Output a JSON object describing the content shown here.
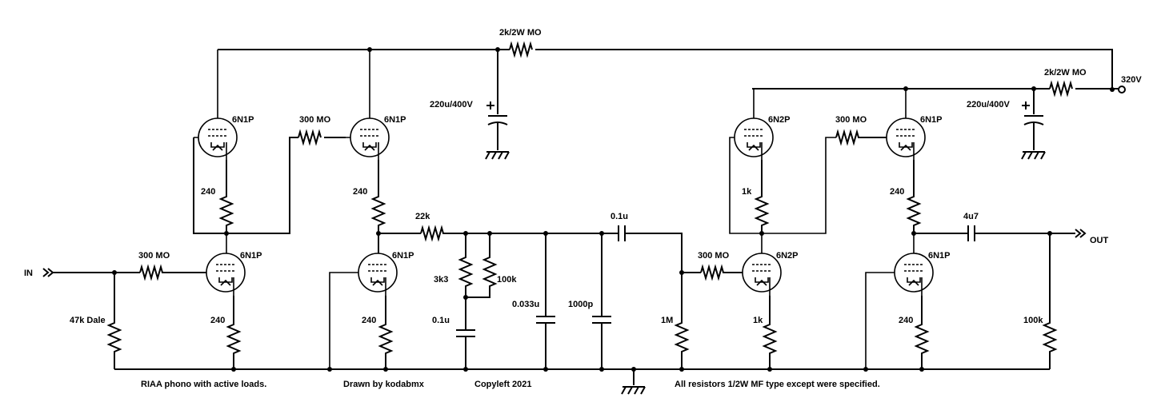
{
  "supply": {
    "label": "320V",
    "input_label": "IN",
    "output_label": "OUT"
  },
  "tubes": {
    "v1": "6N1P",
    "v2": "6N1P",
    "v3": "6N1P",
    "v4": "6N1P",
    "v5": "6N2P",
    "v6": "6N1P",
    "v7": "6N2P",
    "v8": "6N1P"
  },
  "resistors": {
    "r_supply1": "2k/2W MO",
    "r_supply2": "2k/2W MO",
    "r_in_grid": "300 MO",
    "r_in_load": "47k Dale",
    "r_v1_k": "240",
    "r_v2_k": "240",
    "r_v3_grid": "300 MO",
    "r_v3_k": "240",
    "r_v4_k": "240",
    "r_riaa_series": "22k",
    "r_riaa_3k3": "3k3",
    "r_riaa_100k": "100k",
    "r_v5_grid": "300 MO",
    "r_v5_load": "1M",
    "r_v5_k": "1k",
    "r_v7_k": "1k",
    "r_v8_grid": "300 MO",
    "r_v6_k": "240",
    "r_v8_k": "240",
    "r_out": "100k"
  },
  "capacitors": {
    "c_supply1": "220u/400V",
    "c_supply2": "220u/400V",
    "c_riaa_01": "0.1u",
    "c_riaa_033": "0.033u",
    "c_riaa_1000p": "1000p",
    "c_couple1": "0.1u",
    "c_couple_out": "4u7"
  },
  "notes": {
    "title": "RIAA phono with active loads.",
    "author": "Drawn by kodabmx",
    "copyleft": "Copyleft 2021",
    "resistor_note": "All resistors 1/2W MF type except were specified."
  }
}
